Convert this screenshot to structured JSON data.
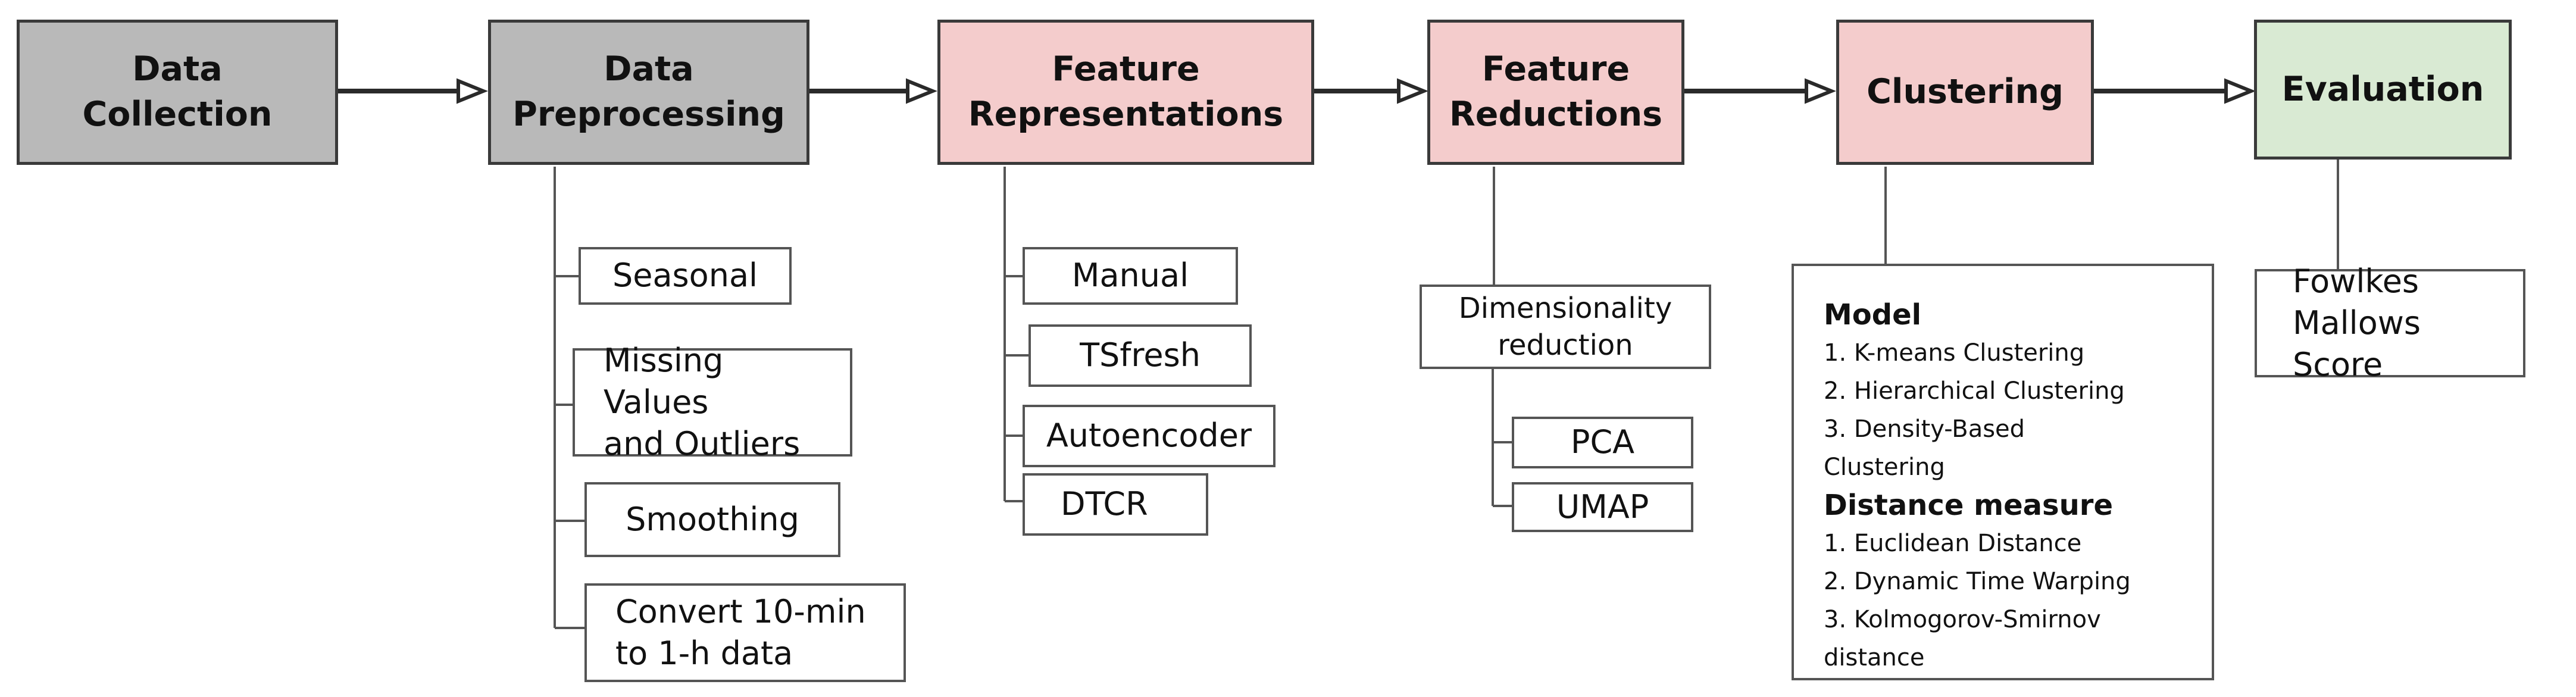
{
  "stages": {
    "data_collection": "Data\nCollection",
    "data_preprocessing": "Data\nPreprocessing",
    "feature_representations": "Feature\nRepresentations",
    "feature_reductions": "Feature\nReductions",
    "clustering": "Clustering",
    "evaluation": "Evaluation"
  },
  "preprocessing_steps": [
    "Seasonal",
    "Missing Values\nand Outliers",
    "Smoothing",
    "Convert 10-min\nto 1-h data"
  ],
  "representation_methods": [
    "Manual",
    "TSfresh",
    "Autoencoder",
    "DTCR"
  ],
  "reduction": {
    "label": "Dimensionality\nreduction",
    "methods": [
      "PCA",
      "UMAP"
    ]
  },
  "clustering_details": {
    "model_heading": "Model",
    "models": [
      "1. K-means Clustering",
      "2. Hierarchical Clustering",
      "3. Density-Based",
      "Clustering"
    ],
    "distance_heading": "Distance measure",
    "distances": [
      "1. Euclidean Distance",
      "2. Dynamic Time Warping",
      "3. Kolmogorov-Smirnov",
      "distance"
    ]
  },
  "evaluation_metric": "Fowlkes\nMallows Score",
  "colors": {
    "gray_stage": "#b9b9b9",
    "pink_stage": "#f4cccc",
    "green_stage": "#d9ead3",
    "line": "#3a3a3a"
  }
}
